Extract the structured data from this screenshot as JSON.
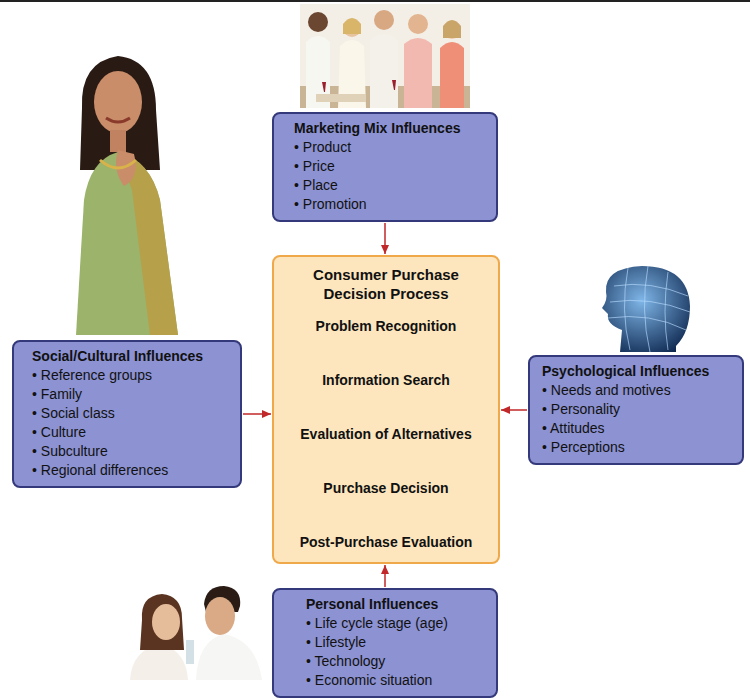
{
  "diagram": {
    "nodes": [
      {
        "text": [
          "Marketing Mix Influences",
          "• Product",
          "• Price",
          "• Place",
          "• Promotion"
        ]
      },
      {
        "text": [
          "Consumer Purchase Decision Process"
        ]
      },
      {
        "text": [
          "Problem Recognition"
        ],
        "in": 1
      },
      {
        "text": [
          "Information Search"
        ],
        "in": 1
      },
      {
        "text": [
          "Evaluation of Alternatives"
        ],
        "in": 1
      },
      {
        "text": [
          "Purchase Decision"
        ],
        "in": 1
      },
      {
        "text": [
          "Post-Purchase Evaluation"
        ],
        "in": 1
      },
      {
        "text": [
          "Social/Cultural Influences",
          "• Reference groups",
          "• Family",
          "• Social class",
          "• Culture",
          "• Subculture",
          "• Regional differences"
        ]
      },
      {
        "text": [
          "Psychological Influences",
          "• Needs and motives",
          "• Personality",
          "• Attitudes",
          "• Perceptions"
        ]
      },
      {
        "text": [
          "Personal Influences",
          "• Life cycle stage (age)",
          "• Lifestyle",
          "• Technology",
          "• Economic situation"
        ]
      }
    ],
    "edges": [
      {
        "from": 0,
        "to": 1,
        "arrow": "to"
      },
      {
        "from": 7,
        "to": 1,
        "arrow": "to"
      },
      {
        "from": 8,
        "to": 1,
        "arrow": "to"
      },
      {
        "from": 9,
        "to": 1,
        "arrow": "to"
      },
      {
        "from": 2,
        "to": 3,
        "arrow": "to"
      },
      {
        "from": 3,
        "to": 4,
        "arrow": "to"
      },
      {
        "from": 4,
        "to": 5,
        "arrow": "to"
      },
      {
        "from": 5,
        "to": 6,
        "arrow": "to"
      }
    ]
  }
}
